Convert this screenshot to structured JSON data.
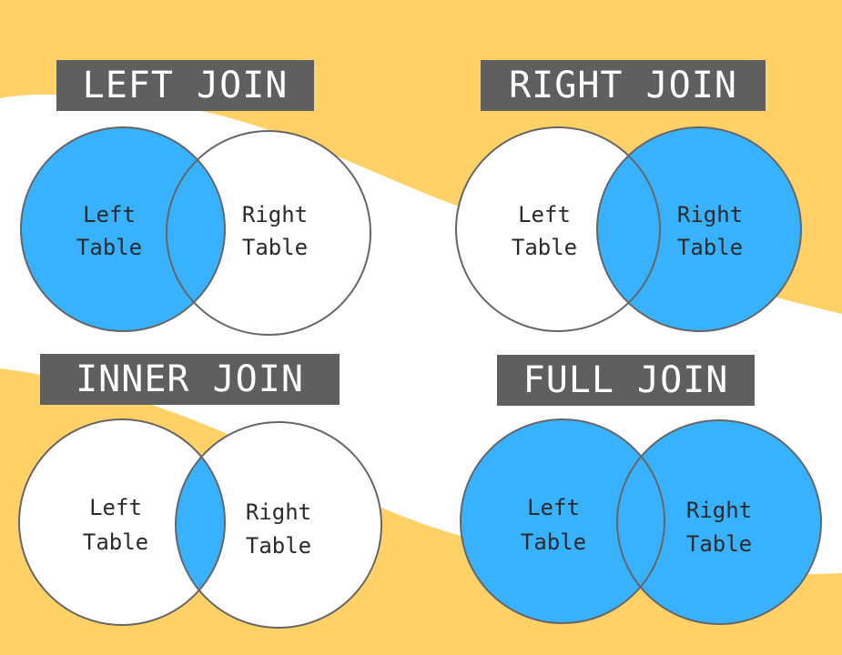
{
  "colors": {
    "background_band": "#ffd166",
    "background": "#ffffff",
    "title_box": "#5f5f5f",
    "title_text": "#ffffff",
    "highlight": "#38b2ff",
    "unfilled": "#ffffff",
    "outline": "#666666",
    "label_text": "#2a2a2a"
  },
  "panels": [
    {
      "title": "LEFT JOIN",
      "highlight": "left",
      "left_label": [
        "Left",
        "Table"
      ],
      "right_label": [
        "Right",
        "Table"
      ]
    },
    {
      "title": "RIGHT JOIN",
      "highlight": "right",
      "left_label": [
        "Left",
        "Table"
      ],
      "right_label": [
        "Right",
        "Table"
      ]
    },
    {
      "title": "INNER JOIN",
      "highlight": "inner",
      "left_label": [
        "Left",
        "Table"
      ],
      "right_label": [
        "Right",
        "Table"
      ]
    },
    {
      "title": "FULL JOIN",
      "highlight": "full",
      "left_label": [
        "Left",
        "Table"
      ],
      "right_label": [
        "Right",
        "Table"
      ]
    }
  ]
}
